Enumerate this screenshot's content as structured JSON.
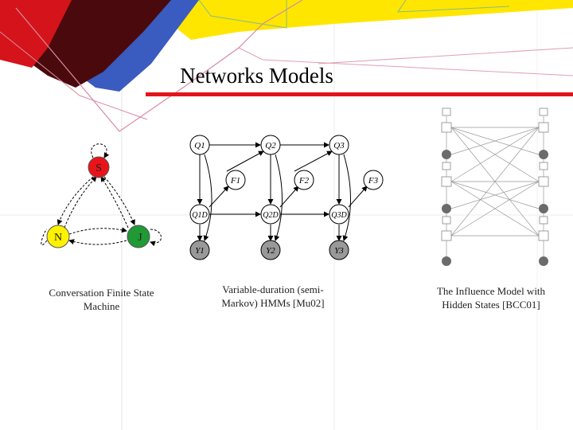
{
  "slide": {
    "title": "Networks Models",
    "colors": {
      "accent_red": "#e3141b",
      "yellow": "#ffe600",
      "blue": "#3355bb",
      "maroon": "#5b0d10"
    }
  },
  "fsm": {
    "nodes": [
      {
        "label": "S",
        "fill": "#e8141a"
      },
      {
        "label": "N",
        "fill": "#fff200"
      },
      {
        "label": "J",
        "fill": "#1f9a34"
      }
    ],
    "caption": "Conversation Finite State Machine"
  },
  "hmm": {
    "q_nodes": [
      "Q1",
      "Q2",
      "Q3"
    ],
    "f_nodes": [
      "F1",
      "F2",
      "F3"
    ],
    "qd_nodes": [
      "Q1D",
      "Q2D",
      "Q3D"
    ],
    "y_nodes": [
      "Y1",
      "Y2",
      "Y3"
    ],
    "caption": "Variable-duration (semi-Markov) HMMs [Mu02]"
  },
  "influence": {
    "caption": "The Influence Model with Hidden States [BCC01]"
  }
}
